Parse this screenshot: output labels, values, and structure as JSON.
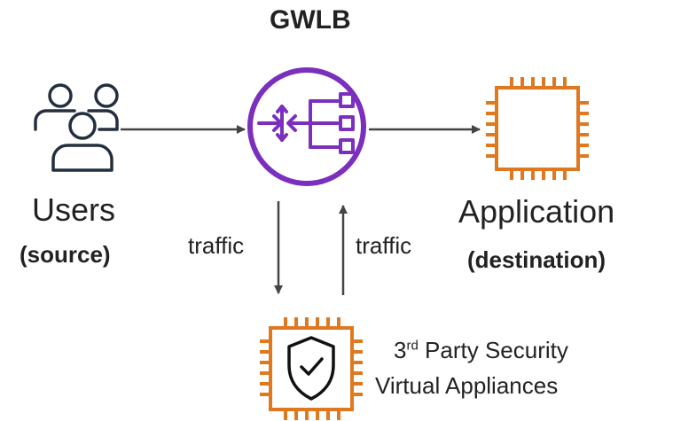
{
  "title": "GWLB",
  "nodes": {
    "users": {
      "label": "Users",
      "sublabel": "(source)",
      "icon": "users-icon"
    },
    "application": {
      "label": "Application",
      "sublabel": "(destination)",
      "icon": "chip-icon"
    },
    "gwlb": {
      "icon": "gateway-load-balancer-icon"
    },
    "appliances": {
      "line1_sup": "rd",
      "line1_prefix": "3",
      "line1_rest": " Party Security",
      "line2": "Virtual Appliances",
      "icon": "shield-chip-icon"
    }
  },
  "edges": {
    "left_label": "traffic",
    "right_label": "traffic"
  },
  "colors": {
    "purple": "#7B2FBE",
    "orange": "#E07820",
    "text": "#222222",
    "arrow": "#444444"
  }
}
